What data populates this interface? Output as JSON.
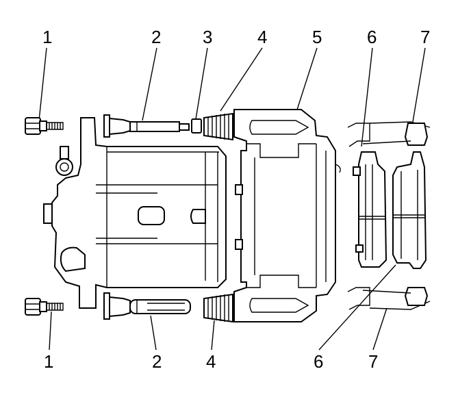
{
  "callouts": {
    "top": [
      "1",
      "2",
      "3",
      "4",
      "5",
      "6",
      "7"
    ],
    "bottom": [
      "1",
      "2",
      "4",
      "6",
      "7"
    ]
  }
}
